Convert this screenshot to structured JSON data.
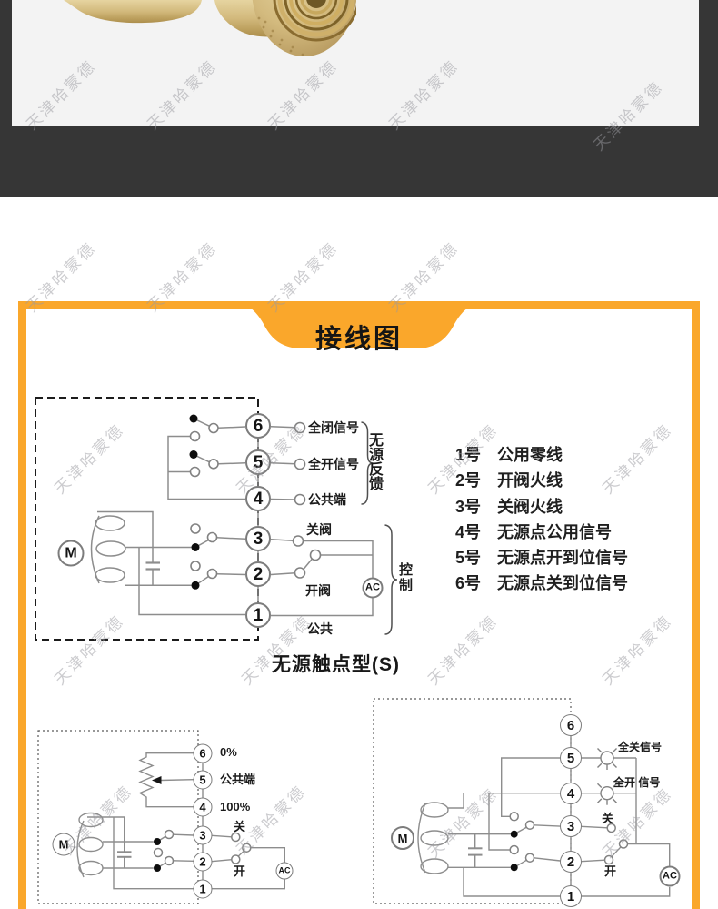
{
  "watermark": {
    "text": "天津哈蒙德"
  },
  "colors": {
    "accent_orange": "#FAA72B",
    "dark_band": "#363636"
  },
  "panel": {
    "title": "接线图",
    "legend": {
      "items": [
        "1号　公用零线",
        "2号　开阀火线",
        "3号　关阀火线",
        "4号　无源点公用信号",
        "5号　无源点开到位信号",
        "6号　无源点关到位信号"
      ]
    },
    "main_diagram": {
      "caption": "无源触点型(S)",
      "motor_label": "M",
      "ac_label": "AC",
      "terminals": [
        "6",
        "5",
        "4",
        "3",
        "2",
        "1"
      ],
      "labels": {
        "t6": "全闭信号",
        "t5": "全开信号",
        "t4": "公共端",
        "t3": "关阀",
        "t2": "开阀",
        "t1": "公共"
      },
      "feedback_brace": "无源反馈",
      "control_brace": "控制"
    },
    "bottom_left_diagram": {
      "motor_label": "M",
      "ac_label": "AC",
      "terminals": [
        "6",
        "5",
        "4",
        "3",
        "2",
        "1"
      ],
      "labels": {
        "t6": "0%",
        "t5": "公共端",
        "t4": "100%",
        "t3": "关",
        "t2": "开"
      }
    },
    "bottom_right_diagram": {
      "motor_label": "M",
      "ac_label": "AC",
      "terminals": [
        "6",
        "5",
        "4",
        "3",
        "2",
        "1"
      ],
      "labels": {
        "t5": "全关信号",
        "t4": "全开 信号",
        "t3": "关",
        "t2": "开"
      }
    }
  }
}
